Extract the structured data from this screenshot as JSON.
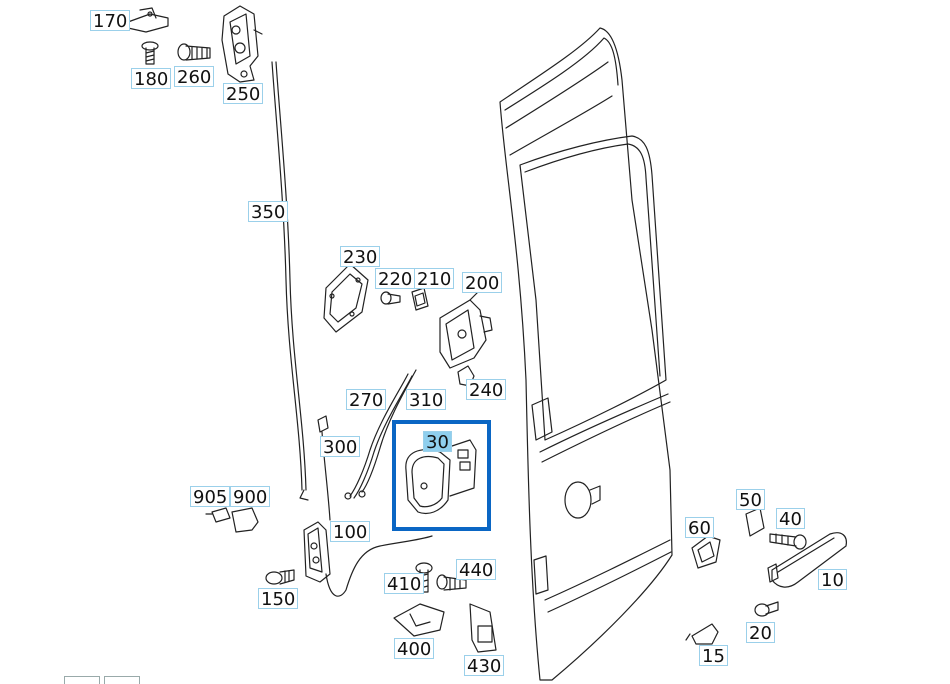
{
  "diagram": {
    "labels": {
      "p170": "170",
      "p180": "180",
      "p260": "260",
      "p250": "250",
      "p350": "350",
      "p230": "230",
      "p220": "220",
      "p210": "210",
      "p200": "200",
      "p240": "240",
      "p270": "270",
      "p310": "310",
      "p300": "300",
      "p30": "30",
      "p905": "905",
      "p900": "900",
      "p100": "100",
      "p150": "150",
      "p410": "410",
      "p440": "440",
      "p400": "400",
      "p430": "430",
      "p60": "60",
      "p50": "50",
      "p40": "40",
      "p10": "10",
      "p20": "20",
      "p15": "15"
    },
    "selected_part": "30",
    "colors": {
      "highlight": "#0a66c4",
      "callout_border": "#9bd0ea",
      "callout_active": "#8fcfee",
      "line": "#222222"
    }
  }
}
